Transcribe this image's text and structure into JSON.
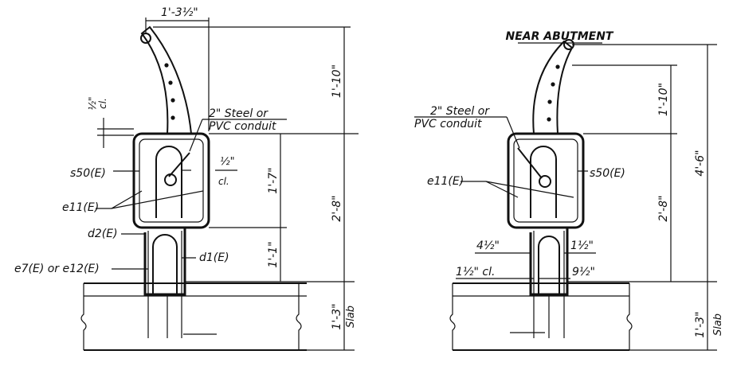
{
  "left_view": {
    "dim_top_width": "1'-3½\"",
    "dim_rail_height": "1'-10\"",
    "dim_clear_vertical": "½\"",
    "dim_clear_vertical_note": "cl.",
    "conduit_label_line1": "2\" Steel or",
    "conduit_label_line2": "PVC conduit",
    "dim_clear_side": "½\"",
    "dim_clear_side_note": "cl.",
    "dim_post_height": "1'-7\"",
    "dim_total_barrier": "2'-8\"",
    "dim_lower": "1'-1\"",
    "dim_slab": "1'-3\"",
    "slab_label": "Slab",
    "bar_s50": "s50(E)",
    "bar_e11": "e11(E)",
    "bar_d2": "d2(E)",
    "bar_d1": "d1(E)",
    "bar_e7_e12": "e7(E) or e12(E)"
  },
  "right_view": {
    "title": "NEAR ABUTMENT",
    "conduit_label_line1": "2\" Steel or",
    "conduit_label_line2": "PVC conduit",
    "dim_rail_height": "1'-10\"",
    "dim_total": "4'-6\"",
    "dim_barrier": "2'-8\"",
    "dim_slab": "1'-3\"",
    "slab_label": "Slab",
    "bar_s50": "s50(E)",
    "bar_e11": "e11(E)",
    "dim_4half": "4½\"",
    "dim_1half_right": "1½\"",
    "dim_1half_cl": "1½\" cl.",
    "dim_9half": "9½\""
  }
}
